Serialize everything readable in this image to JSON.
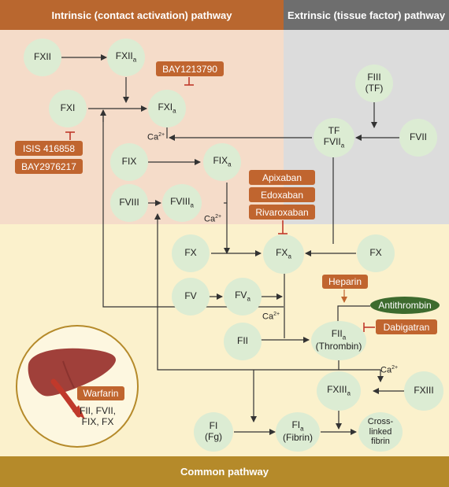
{
  "headers": {
    "intrinsic": "Intrinsic (contact activation) pathway",
    "extrinsic": "Extrinsic (tissue factor) pathway",
    "common": "Common pathway"
  },
  "nodes": {
    "fxii": {
      "main": "FXII",
      "sub": ""
    },
    "fxiia": {
      "main": "FXII",
      "sub": "a"
    },
    "fxi": {
      "main": "FXI",
      "sub": ""
    },
    "fxia": {
      "main": "FXI",
      "sub": "a"
    },
    "fiii": {
      "line1": "FIII",
      "line2": "(TF)"
    },
    "tf_fviia": {
      "line1": "TF",
      "main": "FVII",
      "sub": "a"
    },
    "fvii": {
      "main": "FVII",
      "sub": ""
    },
    "fix": {
      "main": "FIX",
      "sub": ""
    },
    "fixa": {
      "main": "FIX",
      "sub": "a"
    },
    "fviii": {
      "main": "FVIII",
      "sub": ""
    },
    "fviiia": {
      "main": "FVIII",
      "sub": "a"
    },
    "fx_left": {
      "main": "FX",
      "sub": ""
    },
    "fxa": {
      "main": "FX",
      "sub": "a"
    },
    "fx_right": {
      "main": "FX",
      "sub": ""
    },
    "fv": {
      "main": "FV",
      "sub": ""
    },
    "fva": {
      "main": "FV",
      "sub": "a"
    },
    "fii": {
      "main": "FII",
      "sub": ""
    },
    "fiia": {
      "main": "FII",
      "sub": "a",
      "line2": "(Thrombin)"
    },
    "fxiiia": {
      "main": "FXIII",
      "sub": "a"
    },
    "fxiii": {
      "main": "FXIII",
      "sub": ""
    },
    "fi": {
      "line1": "FI",
      "line2": "(Fg)"
    },
    "fia": {
      "main": "FI",
      "sub": "a",
      "line2": "(Fibrin)"
    }
  },
  "drugs": {
    "bay1213790": "BAY1213790",
    "isis": "ISIS 416858",
    "bay2976217": "BAY2976217",
    "apixaban": "Apixaban",
    "edoxaban": "Edoxaban",
    "rivaroxaban": "Rivaroxaban",
    "heparin": "Heparin",
    "antithrombin": "Antithrombin",
    "dabigatran": "Dabigatran",
    "warfarin": "Warfarin"
  },
  "calcium": {
    "base": "Ca",
    "charge": "2+"
  },
  "crosslinked": [
    "Cross-",
    "linked",
    "fibrin"
  ],
  "liver_factors": [
    "FII, FVII,",
    "FIX, FX"
  ],
  "colors": {
    "intrinsic_header": "#b9672f",
    "extrinsic_header": "#6e6e6e",
    "common_footer": "#b58a2a",
    "intrinsic_bg": "#f5dcc9",
    "extrinsic_bg": "#dcdcdc",
    "common_bg": "#fbf1cc",
    "node": "#dcecd3",
    "drug": "#c0652f",
    "antithrombin": "#3d6b2e",
    "inhibit": "#c0392b",
    "liver": "#a0403a"
  }
}
